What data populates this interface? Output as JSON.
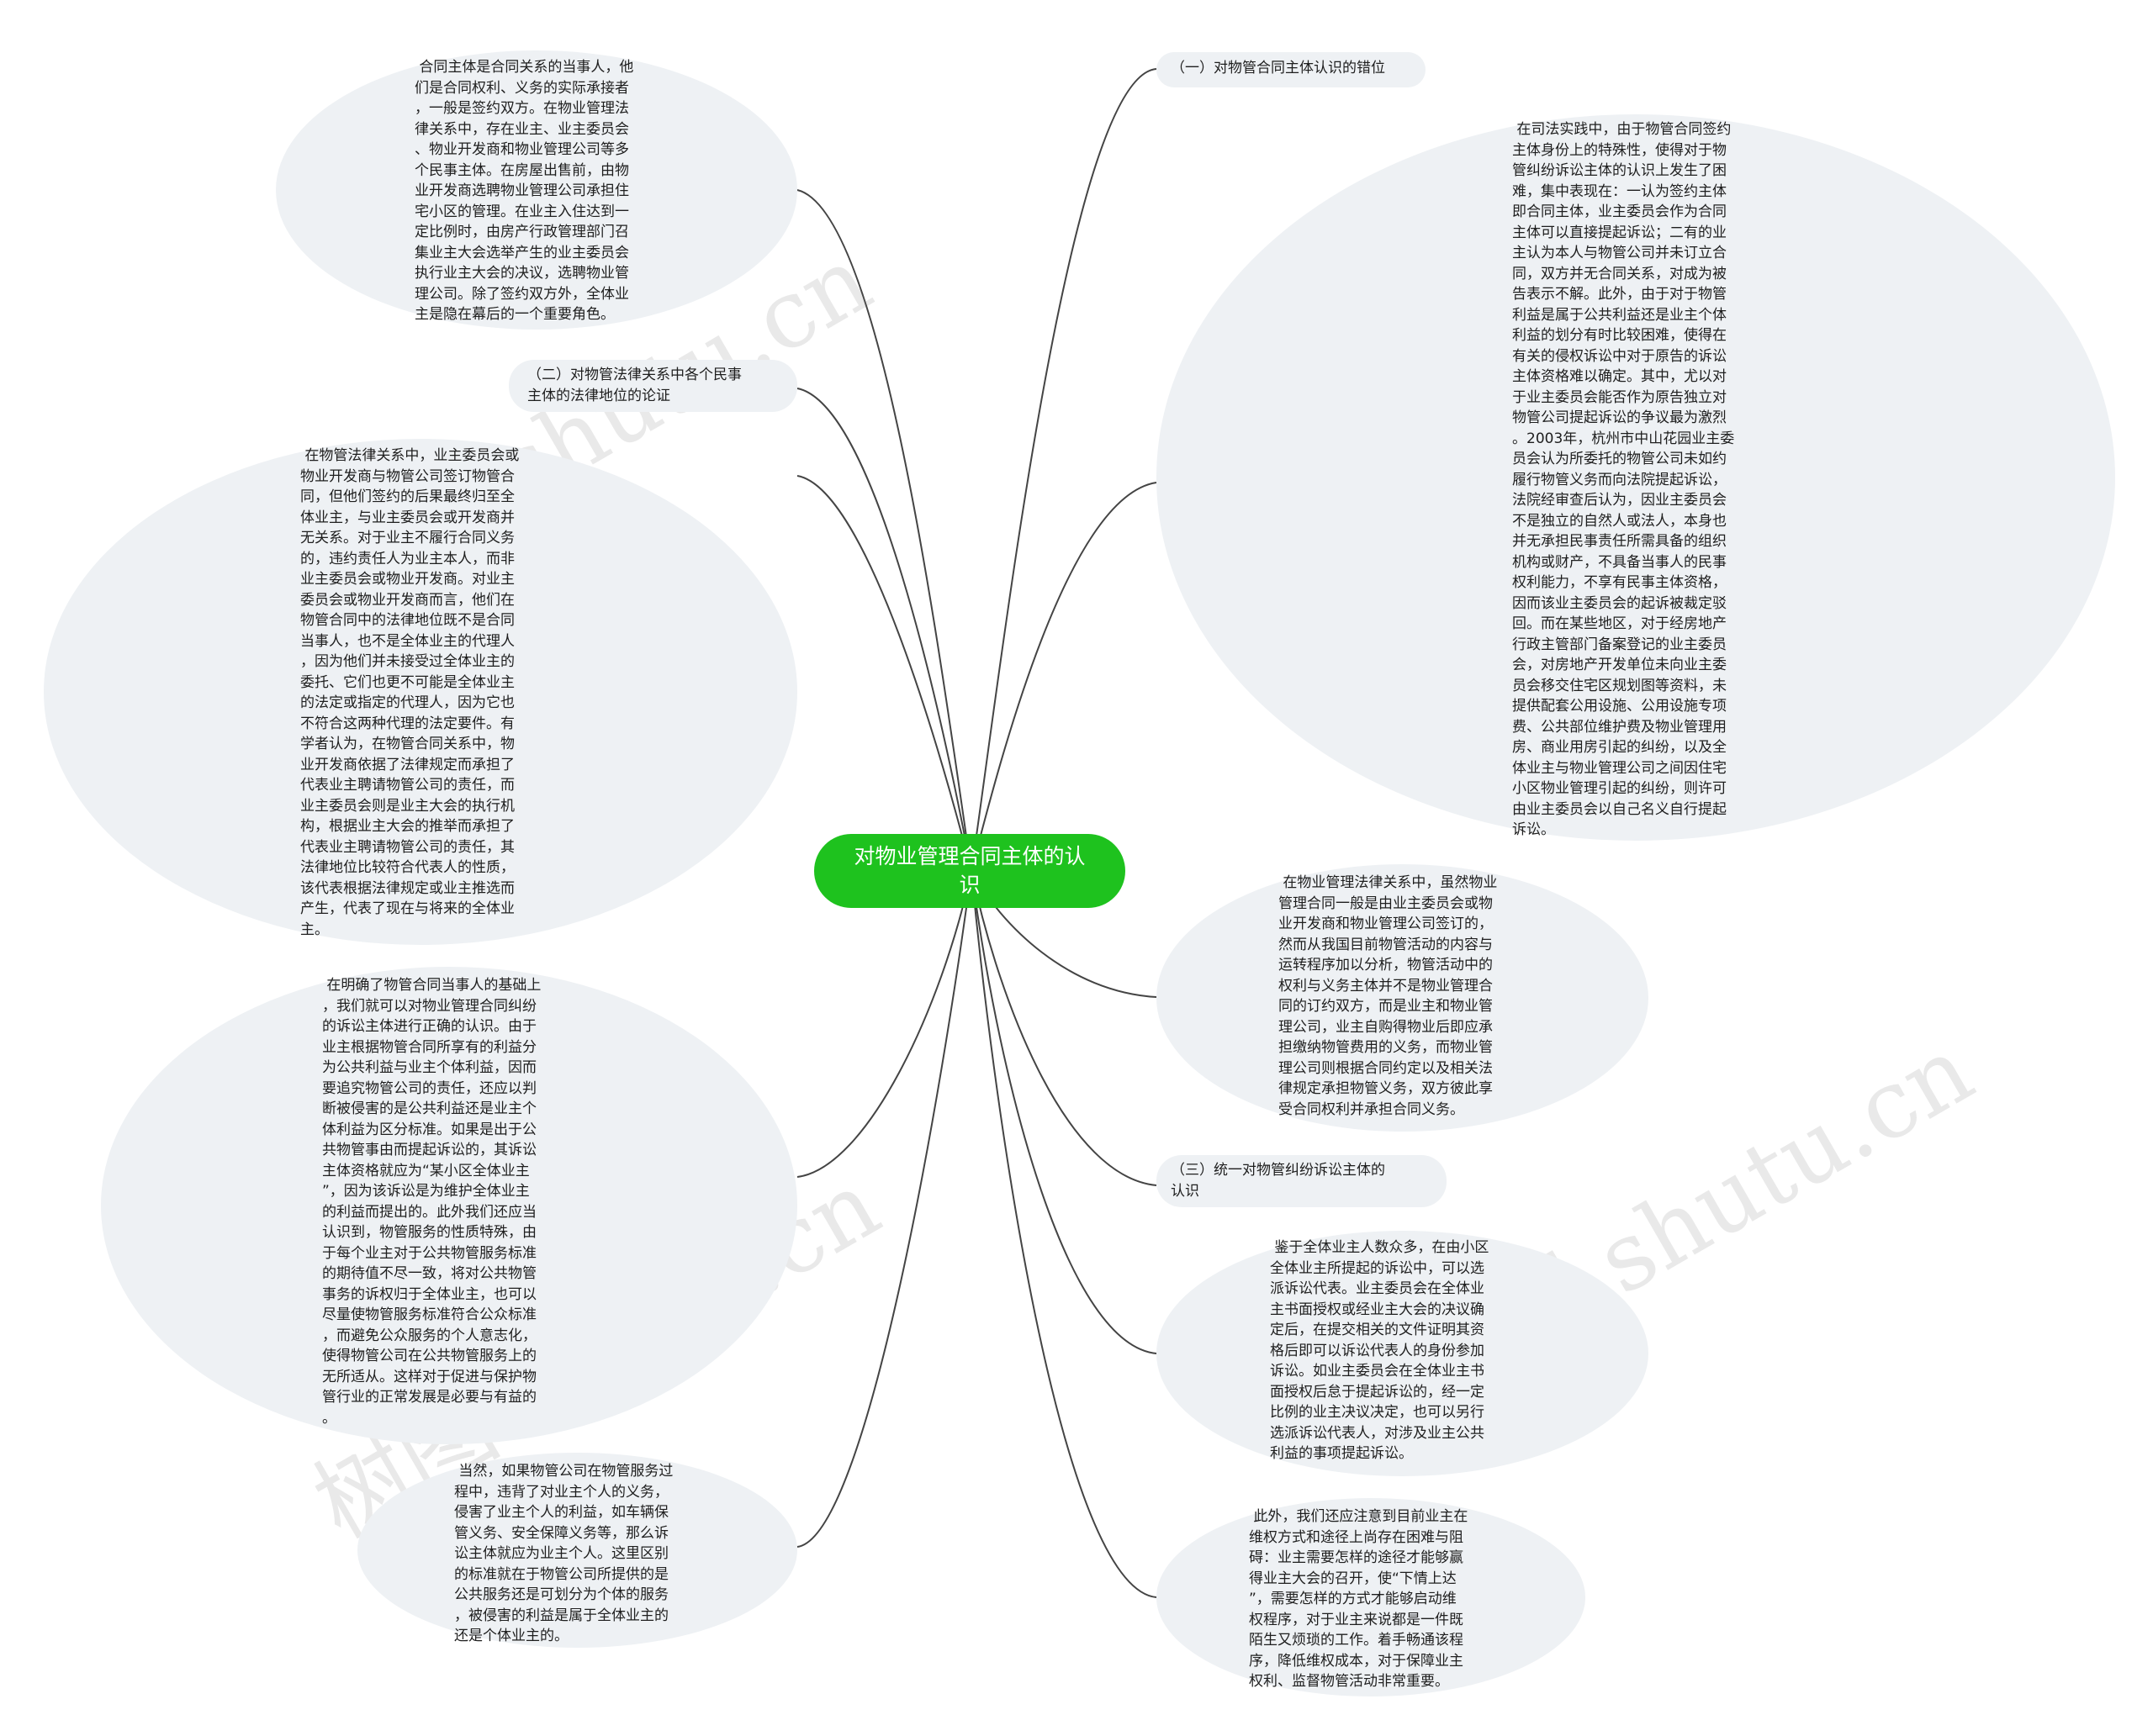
{
  "root": {
    "label": "对物业管理合同主体的认\n识",
    "color": "#1ec21e"
  },
  "colors": {
    "bubble": "#eef1f4",
    "line": "#444444",
    "text": "#1e1e1e"
  },
  "watermark": "树图 shutu.cn",
  "nodes": [
    {
      "id": "L1",
      "text": " 合同主体是合同关系的当事人，他\n们是合同权利、义务的实际承接者\n，一般是签约双方。在物业管理法\n律关系中，存在业主、业主委员会\n、物业开发商和物业管理公司等多\n个民事主体。在房屋出售前，由物\n业开发商选聘物业管理公司承担住\n宅小区的管理。在业主入住达到一\n定比例时，由房产行政管理部门召\n集业主大会选举产生的业主委员会\n执行业主大会的决议，选聘物业管\n理公司。除了签约双方外，全体业\n主是隐在幕后的一个重要角色。"
    },
    {
      "id": "L2",
      "text": "（二）对物管法律关系中各个民事\n主体的法律地位的论证"
    },
    {
      "id": "L3",
      "text": " 在物管法律关系中，业主委员会或\n物业开发商与物管公司签订物管合\n同，但他们签约的后果最终归至全\n体业主，与业主委员会或开发商并\n无关系。对于业主不履行合同义务\n的，违约责任人为业主本人，而非\n业主委员会或物业开发商。对业主\n委员会或物业开发商而言，他们在\n物管合同中的法律地位既不是合同\n当事人，也不是全体业主的代理人\n，因为他们并未接受过全体业主的\n委托、它们也更不可能是全体业主\n的法定或指定的代理人，因为它也\n不符合这两种代理的法定要件。有\n学者认为，在物管合同关系中，物\n业开发商依据了法律规定而承担了\n代表业主聘请物管公司的责任，而\n业主委员会则是业主大会的执行机\n构，根据业主大会的推举而承担了\n代表业主聘请物管公司的责任，其\n法律地位比较符合代表人的性质，\n该代表根据法律规定或业主推选而\n产生，代表了现在与将来的全体业\n主。"
    },
    {
      "id": "L4",
      "text": " 在明确了物管合同当事人的基础上\n，我们就可以对物业管理合同纠纷\n的诉讼主体进行正确的认识。由于\n业主根据物管合同所享有的利益分\n为公共利益与业主个体利益，因而\n要追究物管公司的责任，还应以判\n断被侵害的是公共利益还是业主个\n体利益为区分标准。如果是出于公\n共物管事由而提起诉讼的，其诉讼\n主体资格就应为“某小区全体业主\n”，因为该诉讼是为维护全体业主\n的利益而提出的。此外我们还应当\n认识到，物管服务的性质特殊，由\n于每个业主对于公共物管服务标准\n的期待值不尽一致，将对公共物管\n事务的诉权归于全体业主，也可以\n尽量使物管服务标准符合公众标准\n，而避免公众服务的个人意志化，\n使得物管公司在公共物管服务上的\n无所适从。这样对于促进与保护物\n管行业的正常发展是必要与有益的\n。"
    },
    {
      "id": "L5",
      "text": " 当然，如果物管公司在物管服务过\n程中，违背了对业主个人的义务，\n侵害了业主个人的利益，如车辆保\n管义务、安全保障义务等，那么诉\n讼主体就应为业主个人。这里区别\n的标准就在于物管公司所提供的是\n公共服务还是可划分为个体的服务\n，被侵害的利益是属于全体业主的\n还是个体业主的。"
    },
    {
      "id": "R1",
      "text": "（一）对物管合同主体认识的错位"
    },
    {
      "id": "R2",
      "text": " 在司法实践中，由于物管合同签约\n主体身份上的特殊性，使得对于物\n管纠纷诉讼主体的认识上发生了困\n难，集中表现在：一认为签约主体\n即合同主体，业主委员会作为合同\n主体可以直接提起诉讼；二有的业\n主认为本人与物管公司并未订立合\n同，双方并无合同关系，对成为被\n告表示不解。此外，由于对于物管\n利益是属于公共利益还是业主个体\n利益的划分有时比较困难，使得在\n有关的侵权诉讼中对于原告的诉讼\n主体资格难以确定。其中，尤以对\n于业主委员会能否作为原告独立对\n物管公司提起诉讼的争议最为激烈\n。2003年，杭州市中山花园业主委\n员会认为所委托的物管公司未如约\n履行物管义务而向法院提起诉讼，\n法院经审查后认为，因业主委员会\n不是独立的自然人或法人，本身也\n并无承担民事责任所需具备的组织\n机构或财产，不具备当事人的民事\n权利能力，不享有民事主体资格，\n因而该业主委员会的起诉被裁定驳\n回。而在某些地区，对于经房地产\n行政主管部门备案登记的业主委员\n会，对房地产开发单位未向业主委\n员会移交住宅区规划图等资料，未\n提供配套公用设施、公用设施专项\n费、公共部位维护费及物业管理用\n房、商业用房引起的纠纷，以及全\n体业主与物业管理公司之间因住宅\n小区物业管理引起的纠纷，则许可\n由业主委员会以自己名义自行提起\n诉讼。"
    },
    {
      "id": "R3",
      "text": " 在物业管理法律关系中，虽然物业\n管理合同一般是由业主委员会或物\n业开发商和物业管理公司签订的，\n然而从我国目前物管活动的内容与\n运转程序加以分析，物管活动中的\n权利与义务主体并不是物业管理合\n同的订约双方，而是业主和物业管\n理公司，业主自购得物业后即应承\n担缴纳物管费用的义务，而物业管\n理公司则根据合同约定以及相关法\n律规定承担物管义务，双方彼此享\n受合同权利并承担合同义务。"
    },
    {
      "id": "R4",
      "text": "（三）统一对物管纠纷诉讼主体的\n认识"
    },
    {
      "id": "R5",
      "text": " 鉴于全体业主人数众多，在由小区\n全体业主所提起的诉讼中，可以选\n派诉讼代表。业主委员会在全体业\n主书面授权或经业主大会的决议确\n定后，在提交相关的文件证明其资\n格后即可以诉讼代表人的身份参加\n诉讼。如业主委员会在全体业主书\n面授权后怠于提起诉讼的，经一定\n比例的业主决议决定，也可以另行\n选派诉讼代表人，对涉及业主公共\n利益的事项提起诉讼。"
    },
    {
      "id": "R6",
      "text": " 此外，我们还应注意到目前业主在\n维权方式和途径上尚存在困难与阻\n碍：业主需要怎样的途径才能够赢\n得业主大会的召开，使“下情上达\n”，需要怎样的方式才能够启动维\n权程序，对于业主来说都是一件既\n陌生又烦琐的工作。着手畅通该程\n序，降低维权成本，对于保障业主\n权利、监督物管活动非常重要。"
    }
  ]
}
